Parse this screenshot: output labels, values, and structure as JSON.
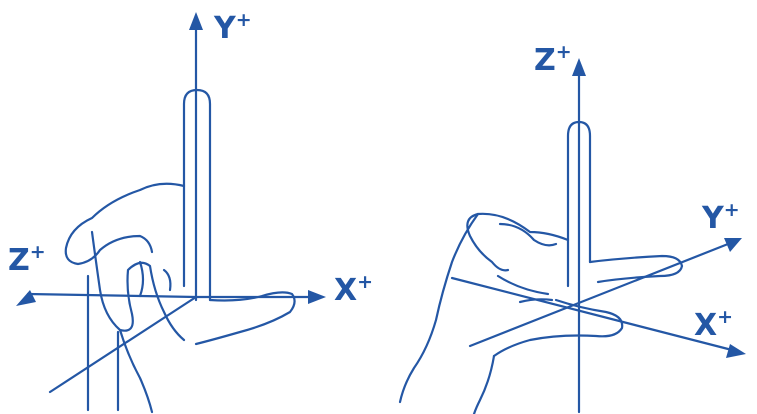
{
  "colors": {
    "ink": "#2457a5",
    "background": "#ffffff"
  },
  "left_hand": {
    "axes": {
      "y": {
        "letter": "Y",
        "sign": "+"
      },
      "x": {
        "letter": "X",
        "sign": "+"
      },
      "z": {
        "letter": "Z",
        "sign": "+"
      }
    }
  },
  "right_hand": {
    "axes": {
      "z": {
        "letter": "Z",
        "sign": "+"
      },
      "y": {
        "letter": "Y",
        "sign": "+"
      },
      "x": {
        "letter": "X",
        "sign": "+"
      }
    }
  }
}
